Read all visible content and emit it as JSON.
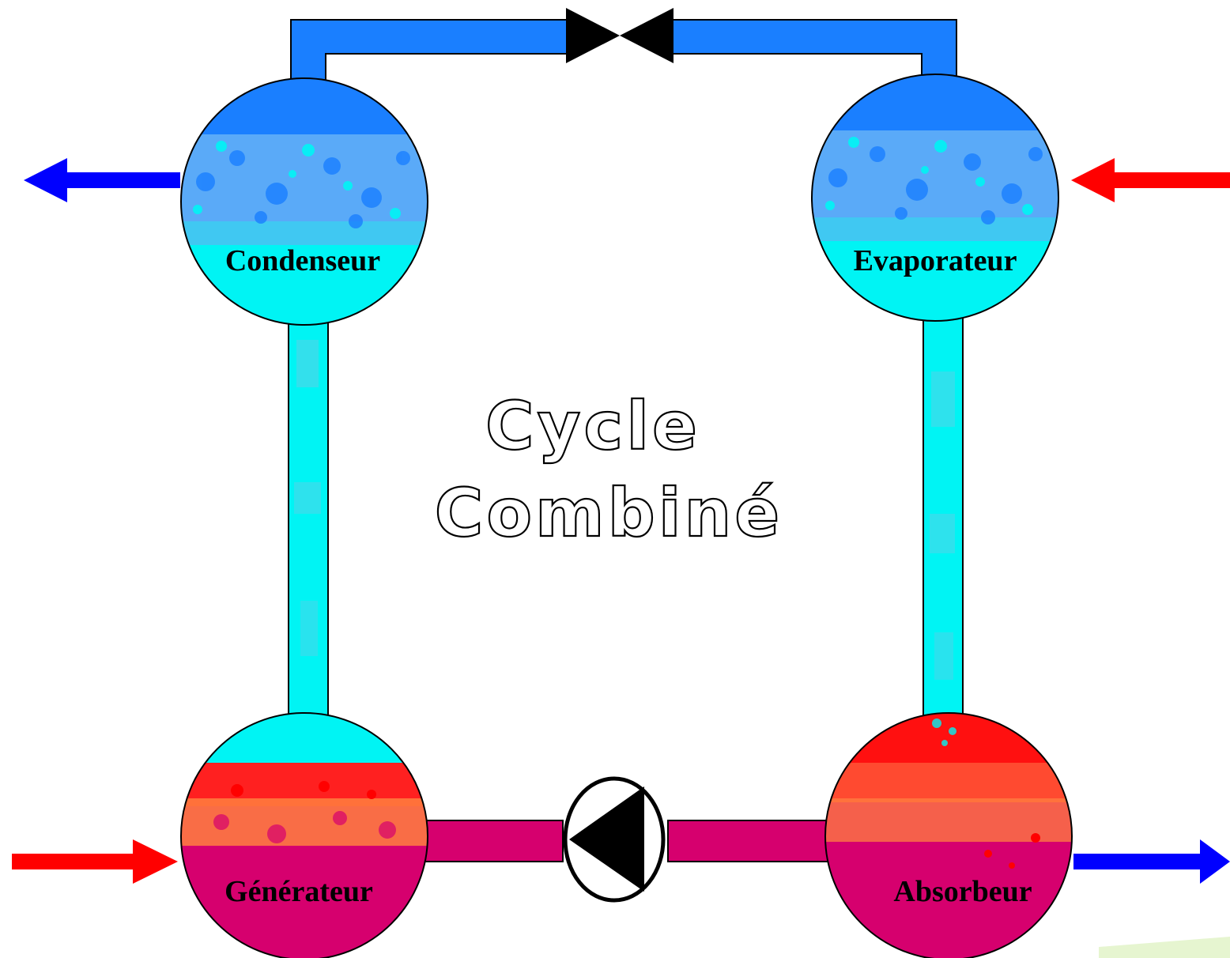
{
  "diagram": {
    "title_line1": "Cycle",
    "title_line2": "Combiné",
    "vessels": {
      "condenser": {
        "label": "Condenseur"
      },
      "evaporator": {
        "label": "Evaporateur"
      },
      "generator": {
        "label": "Générateur"
      },
      "absorber": {
        "label": "Absorbeur"
      }
    },
    "components": {
      "expansion_valve": "valve-icon",
      "pump": "pump-icon"
    },
    "heat_flows": [
      {
        "vessel": "condenser",
        "direction": "out",
        "color": "#0000ff"
      },
      {
        "vessel": "evaporator",
        "direction": "in",
        "color": "#ff0000"
      },
      {
        "vessel": "generator",
        "direction": "in",
        "color": "#ff0000"
      },
      {
        "vessel": "absorber",
        "direction": "out",
        "color": "#0000ff"
      }
    ]
  },
  "colors": {
    "vapor_pipe": "#1a7fff",
    "liquid_refrigerant": "#00f4f4",
    "solution_pipe": "#d6006e",
    "hot_red": "#ff0000",
    "orange": "#ff8040",
    "cold_blue": "#0000ff"
  }
}
